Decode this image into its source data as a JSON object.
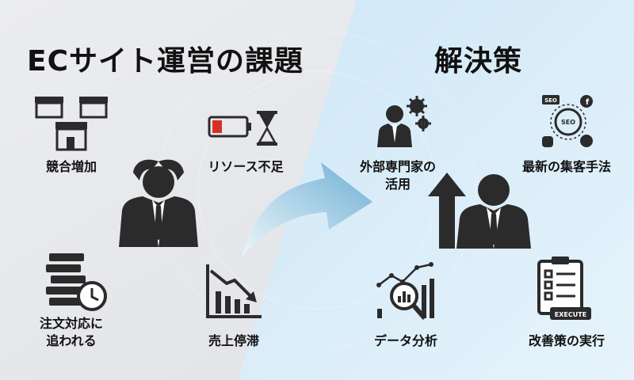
{
  "left": {
    "title": "ECサイト運営の課題",
    "items": [
      {
        "label": "競合増加",
        "icon": "stores-icon"
      },
      {
        "label": "リソース不足",
        "icon": "battery-hourglass-icon"
      },
      {
        "label_line1": "注文対応に",
        "label_line2": "追われる",
        "icon": "money-stack-clock-icon"
      },
      {
        "label": "売上停滞",
        "icon": "declining-chart-icon"
      }
    ],
    "center_icon": "stressed-businessman-icon"
  },
  "right": {
    "title": "解決策",
    "items": [
      {
        "label_line1": "外部専門家の",
        "label_line2": "活用",
        "icon": "expert-gears-icon"
      },
      {
        "label": "最新の集客手法",
        "icon": "seo-social-icon"
      },
      {
        "label": "データ分析",
        "icon": "data-analysis-icon"
      },
      {
        "label": "改善策の実行",
        "icon": "execute-checklist-icon"
      }
    ],
    "center_icon": "confident-businessman-icon",
    "seo_text": "SEO",
    "execute_text": "EXECUTE"
  },
  "colors": {
    "left_bg": "#e4e6ea",
    "right_bg": "#d7ecf8",
    "arrow": "#7bb6d6",
    "icon": "#2b2b2b",
    "battery_red": "#d93025"
  }
}
